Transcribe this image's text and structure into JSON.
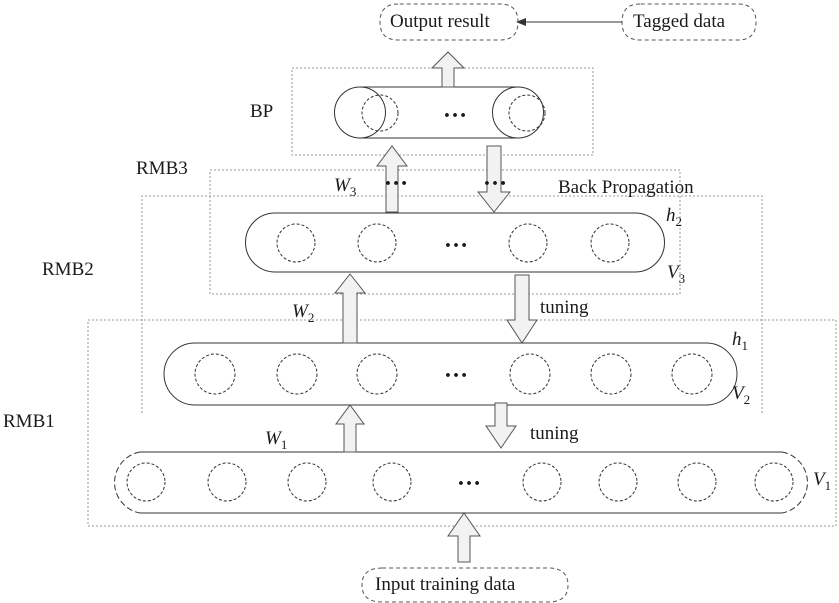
{
  "top": {
    "output_label": "Output result",
    "tagged_label": "Tagged data"
  },
  "input_label": "Input training data",
  "layers": {
    "bp": "BP",
    "rmb3": "RMB3",
    "rmb2": "RMB2",
    "rmb1": "RMB1"
  },
  "annotations": {
    "back_propagation": "Back Propagation",
    "tuning_1": "tuning",
    "tuning_2": "tuning",
    "ellipsis": "…"
  },
  "weights": {
    "w3": {
      "base": "W",
      "sub": "3"
    },
    "w2": {
      "base": "W",
      "sub": "2"
    },
    "w1": {
      "base": "W",
      "sub": "1"
    }
  },
  "units": {
    "h2": {
      "base": "h",
      "sub": "2"
    },
    "v3": {
      "base": "V",
      "sub": "3"
    },
    "h1": {
      "base": "h",
      "sub": "1"
    },
    "v2": {
      "base": "V",
      "sub": "2"
    },
    "v1": {
      "base": "V",
      "sub": "1"
    }
  },
  "colors": {
    "line": "#333333",
    "dotted": "#9a9a9a",
    "arrow_fill": "#f2f2f2",
    "arrow_stroke": "#555555"
  }
}
